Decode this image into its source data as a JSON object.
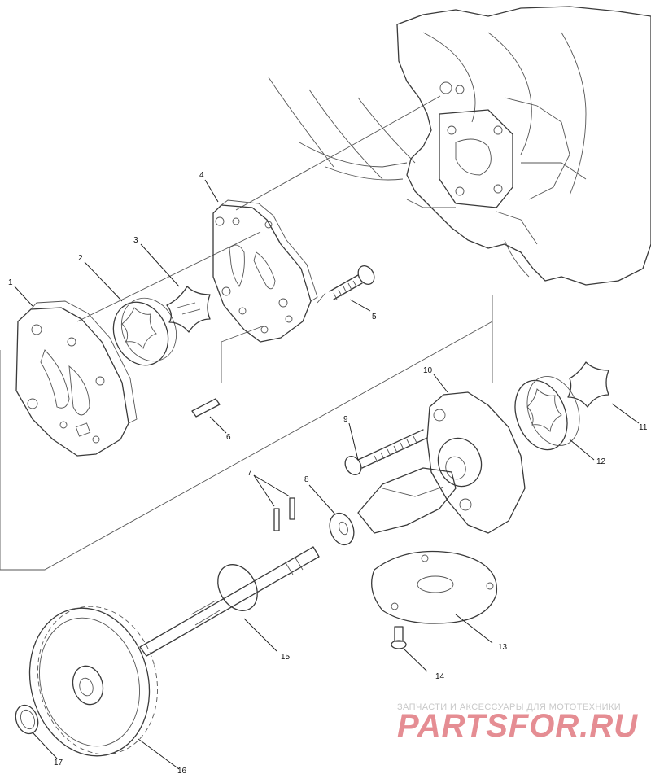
{
  "callouts": [
    "1",
    "2",
    "3",
    "4",
    "5",
    "6",
    "7",
    "8",
    "9",
    "10",
    "11",
    "12",
    "13",
    "14",
    "15",
    "16",
    "17"
  ],
  "watermark": {
    "tagline": "ЗАПЧАСТИ И АКСЕССУАРЫ ДЛЯ МОТОТЕХНИКИ",
    "brand": "PARTSFOR.RU",
    "brand_color": "#e58d93"
  }
}
